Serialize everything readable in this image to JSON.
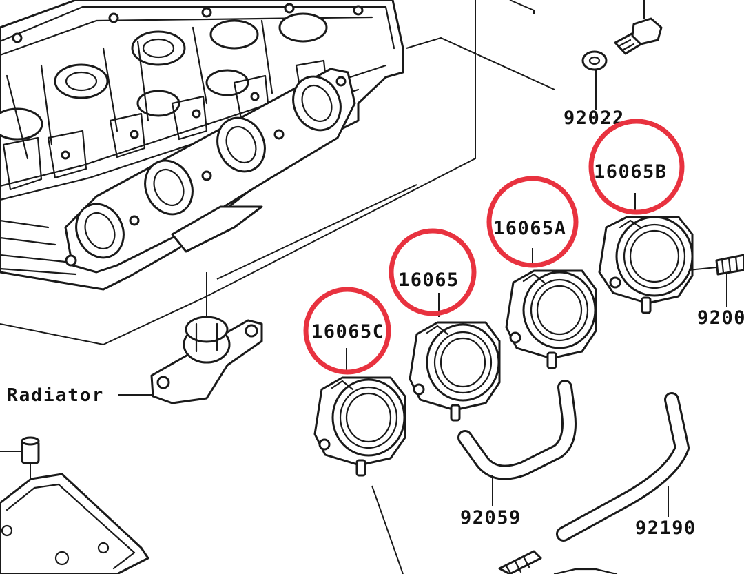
{
  "diagram": {
    "labels": {
      "p92022": "92022",
      "p16065B": "16065B",
      "p16065A": "16065A",
      "p16065": "16065",
      "p16065C": "16065C",
      "p9200x": "9200",
      "radiator": "Radiator",
      "p92059": "92059",
      "p92190": "92190"
    },
    "highlight_color": "#e8323f",
    "highlighted_parts": [
      "16065B",
      "16065A",
      "16065",
      "16065C"
    ]
  }
}
